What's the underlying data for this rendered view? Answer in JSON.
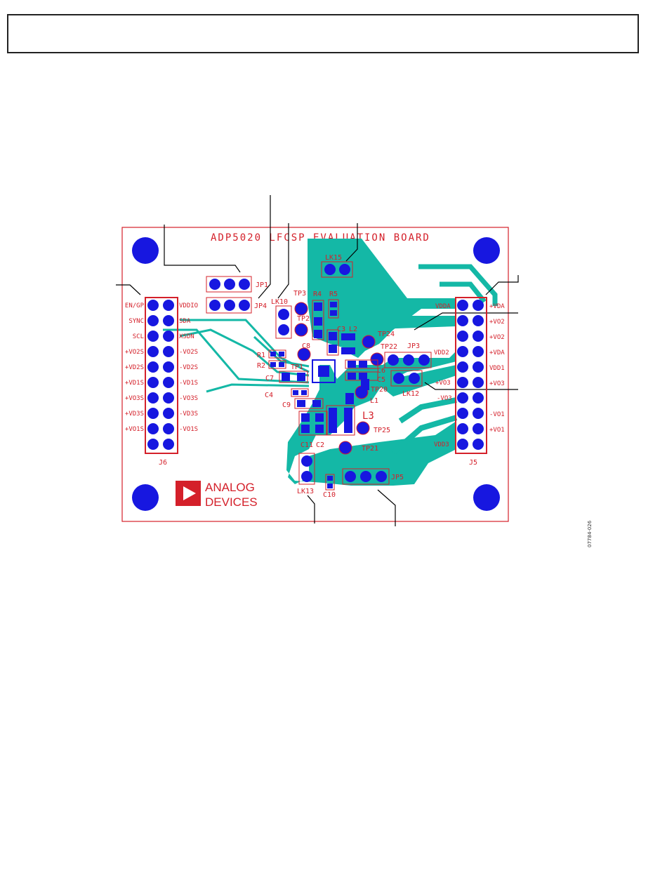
{
  "board": {
    "title": "ADP5020 LFCSP EVALUATION BOARD",
    "logo_line1": "ANALOG",
    "logo_line2": "DEVICES",
    "figure_id": "07784-026"
  },
  "headers": {
    "j6": {
      "name": "J6",
      "left_labels": [
        "EN/GP",
        "SYNC",
        "SCL",
        "+VO2S",
        "+VD2S",
        "+VD1S",
        "+VO3S",
        "+VD3S",
        "+VO1S"
      ],
      "right_labels": [
        "VDDIO",
        "SDA",
        "XSDN",
        "-VO2S",
        "-VD2S",
        "-VD1S",
        "-VO3S",
        "-VD3S",
        "-VO1S"
      ]
    },
    "j5": {
      "name": "J5",
      "left_labels": [
        "VDDA",
        "VDD2",
        "+VO3",
        "-VO3",
        "VDD3"
      ],
      "right_labels": [
        "+VDA",
        "+VO2",
        "+VO2",
        "+VDA",
        "VDD1",
        "+VO3",
        "-VO1",
        "+VO1"
      ]
    }
  },
  "components": {
    "jp1": "JP1",
    "jp4": "JP4",
    "jp3": "JP3",
    "jp5": "JP5",
    "lk10": "LK10",
    "lk12": "LK12",
    "lk13": "LK13",
    "lk15": "LK15",
    "tp3": "TP3",
    "tp2": "TP2",
    "tp24": "TP24",
    "tp22": "TP22",
    "tp20": "TP20",
    "tp25": "TP25",
    "tp21": "TP21",
    "tp1": "TP1",
    "r1": "R1",
    "r2": "R2",
    "r4": "R4",
    "r5": "R5",
    "c3": "C3",
    "c4": "C4",
    "c5": "C5",
    "c6": "C6",
    "c7": "C7",
    "c8": "C8",
    "c9": "C9",
    "c10": "C10",
    "c11": "C11",
    "c2": "C2",
    "l1": "L1",
    "l2": "L2",
    "l3": "L3"
  },
  "colors": {
    "silkscreen": "#d4202a",
    "copper": "#14b8a6",
    "pad": "#1717e0",
    "logo": "#d4202a"
  }
}
